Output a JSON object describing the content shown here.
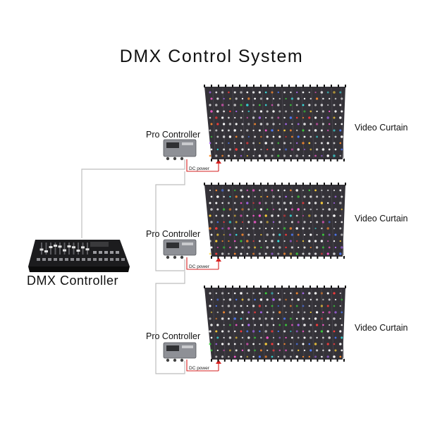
{
  "title": "DMX Control System",
  "dmx_controller": {
    "label": "DMX Controller"
  },
  "units": [
    {
      "controller_label": "Pro Controller",
      "power_label": "DC power",
      "curtain_label": "Video Curtain"
    },
    {
      "controller_label": "Pro Controller",
      "power_label": "DC power",
      "curtain_label": "Video Curtain"
    },
    {
      "controller_label": "Pro Controller",
      "power_label": "DC power",
      "curtain_label": "Video Curtain"
    }
  ],
  "colors": {
    "cable": "#bdbdbd",
    "power": "#d62020",
    "curtain": "#343238"
  }
}
